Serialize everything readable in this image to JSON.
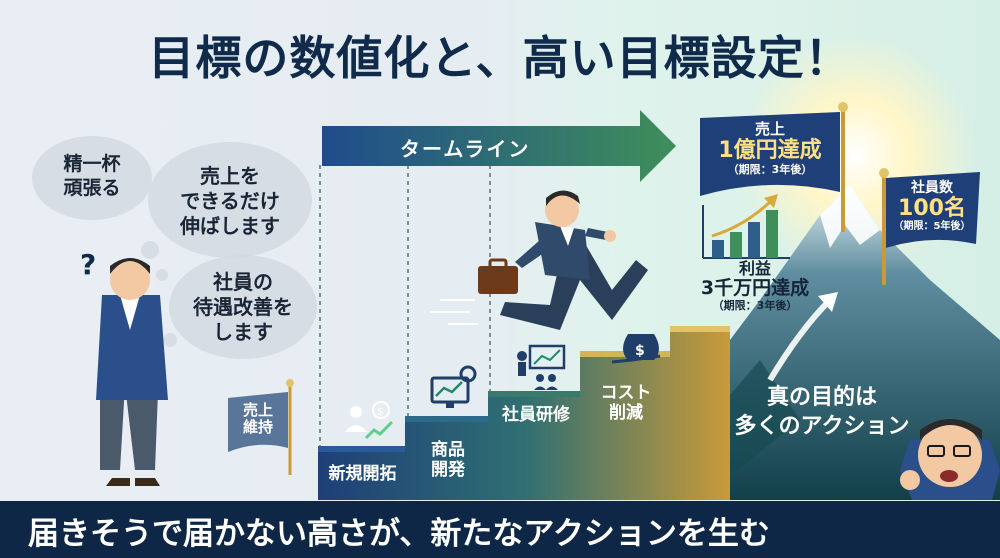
{
  "title": "目標の数値化と、高い目標設定！",
  "bottom_message": "届きそうで届かない高さが、新たなアクションを生む",
  "thought_bubbles": [
    {
      "text_lines": [
        "精一杯",
        "頑張る"
      ]
    },
    {
      "text_lines": [
        "売上を",
        "できるだけ",
        "伸ばします"
      ]
    },
    {
      "text_lines": [
        "社員の",
        "待遇改善を",
        "します"
      ]
    }
  ],
  "question_mark": "?",
  "small_flag": {
    "lines": [
      "売上",
      "維持"
    ]
  },
  "timeline": {
    "label": "タームライン"
  },
  "steps": [
    {
      "lines": [
        "新規開拓"
      ],
      "icon": "growth-person-icon"
    },
    {
      "lines": [
        "商品",
        "開発"
      ],
      "icon": "monitor-gear-icon"
    },
    {
      "lines": [
        "社員研修"
      ],
      "icon": "training-icon"
    },
    {
      "lines": [
        "コスト",
        "削減"
      ],
      "icon": "money-bag-icon"
    }
  ],
  "profit_goal": {
    "line1": "利益",
    "line2": "3千万円達成",
    "line3": "（期限：3年後）"
  },
  "flag_sales": {
    "line1": "売上",
    "line2": "1億円達成",
    "line3": "（期限：3年後）"
  },
  "flag_staff": {
    "line1": "社員数",
    "line2": "100名",
    "line3": "（期限：5年後）"
  },
  "true_purpose": {
    "line1": "真の目的は",
    "line2": "多くのアクション"
  },
  "colors": {
    "navy": "#0e2746",
    "flag_blue": "#1e3f78",
    "timeline_blue": "#1f4c8c",
    "timeline_green": "#3f8f5a",
    "gold": "#d9a93c",
    "mountain": "#1f5a5a"
  }
}
